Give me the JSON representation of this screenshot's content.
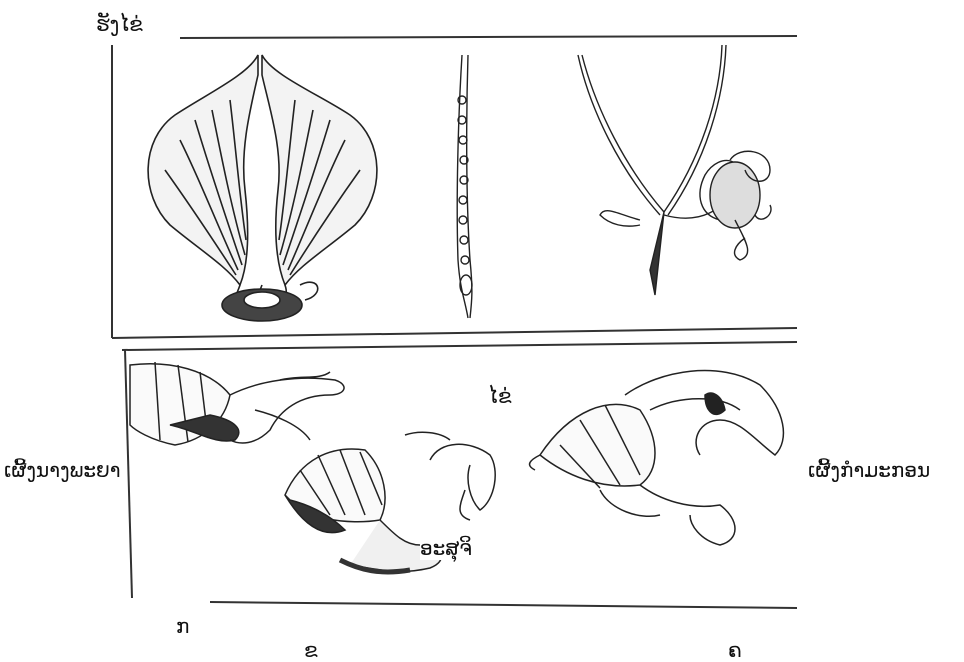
{
  "labels": {
    "ovary": "ຮັງໄຂ່",
    "egg": "ໄຂ່",
    "left_side": "ເຜີ້ງນາງພະຍາ",
    "right_side": "ເຜີ້ງກຳມະກອນ",
    "sperm": "ອະສຸຈິ",
    "panel_a": "ກ",
    "panel_b": "ຂ",
    "panel_c": "ຄ"
  }
}
